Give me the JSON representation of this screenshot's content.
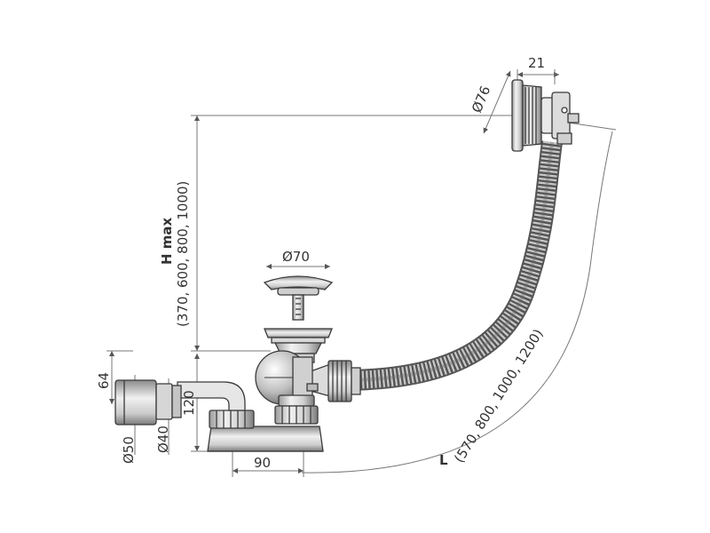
{
  "dimensions": {
    "overflow_width": "21",
    "overflow_diameter": "Ø76",
    "plug_diameter": "Ø70",
    "h_max_label": "H max",
    "h_max_values": "(370, 600, 800, 1000)",
    "height_64": "64",
    "height_120": "120",
    "outlet_diameter_50": "Ø50",
    "outlet_diameter_40": "Ø40",
    "offset_90": "90",
    "l_label": "L",
    "l_values": "(570, 800, 1000, 1200)"
  },
  "colors": {
    "line": "#3a3a3a",
    "dimension_line": "#666666",
    "metal_light": "#e6e6e6",
    "metal_mid": "#b0b0b0",
    "metal_dark": "#6a6a6a",
    "hose": "#8c8c8c"
  }
}
